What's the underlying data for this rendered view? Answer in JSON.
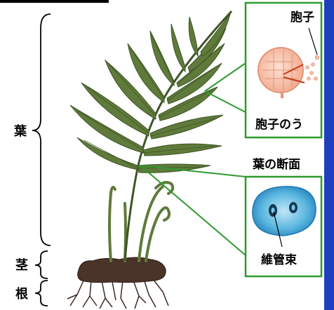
{
  "labels": {
    "leaf": "葉",
    "stem": "茎",
    "root": "根",
    "spore": "胞子",
    "sporangium": "胞子のう",
    "leaf_section": "葉の断面",
    "vascular_bundle": "維管束"
  },
  "colors": {
    "frond": "#5f7a3a",
    "frond_dark": "#3f5526",
    "callout_border": "#2e9a2e",
    "sporangium": "#f4b79e",
    "section_blue": "#3a9fd0",
    "rhizome": "#4a3328",
    "accent_bar": "#1f3fbf"
  }
}
